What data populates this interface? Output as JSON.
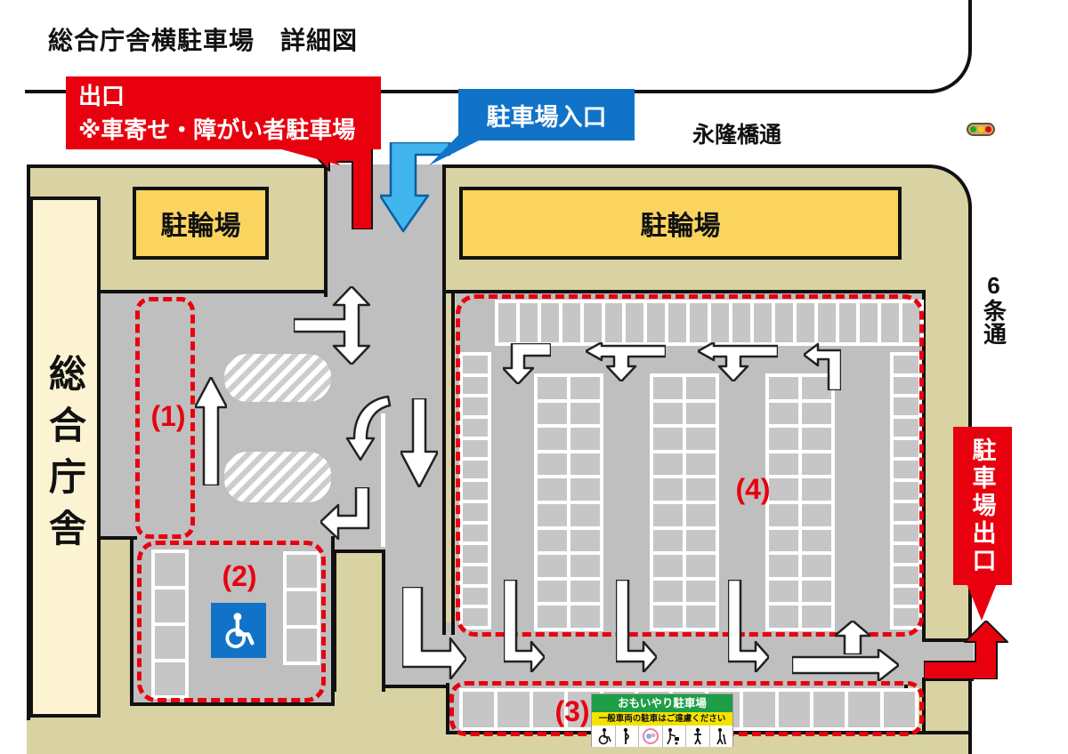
{
  "title": "総合庁舎横駐車場　詳細図",
  "roads": {
    "top": "永隆橋通",
    "right": "6条通"
  },
  "building": {
    "label": "総合庁舎"
  },
  "bicycle": {
    "left": "駐輪場",
    "right": "駐輪場"
  },
  "callouts": {
    "exit_top": {
      "line1": "出口",
      "line2": "※車寄せ・障がい者駐車場"
    },
    "entrance": {
      "label": "駐車場入口"
    },
    "exit_right": {
      "label": "駐車場出口"
    }
  },
  "areas": {
    "a1": "(1)",
    "a2": "(2)",
    "a3": "(3)",
    "a4": "(4)"
  },
  "sign": {
    "title": "おもいやり駐車場",
    "subtitle": "一般車両の駐車はご遠慮ください",
    "icons": [
      "wheelchair",
      "pregnant",
      "maternity-mark",
      "parent-with-stroller",
      "adult",
      "person-with-cane"
    ]
  },
  "parking": {
    "stall_strips": [
      {
        "name": "area4-top-row",
        "cells": 20
      },
      {
        "name": "area4-left-column",
        "cells": 13
      },
      {
        "name": "area4-right-column",
        "cells": 13
      },
      {
        "name": "area4-island-1",
        "cells": 20
      },
      {
        "name": "area4-island-2",
        "cells": 20
      },
      {
        "name": "area4-island-3",
        "cells": 20
      },
      {
        "name": "area2-left-column",
        "cells": 4
      },
      {
        "name": "area2-right-column",
        "cells": 3
      },
      {
        "name": "area3-row",
        "cells": 13
      }
    ]
  },
  "colors": {
    "red": "#e8000f",
    "blue_label": "#1173c8",
    "light_blue_arrow": "#41b5ee",
    "beige": "#d9d2a2",
    "cream": "#fcf3d2",
    "yellow_box": "#fbd45f",
    "asphalt": "#bfbfbf",
    "stall": "#c6c6c6",
    "sign_green": "#1e9e46",
    "sign_yellow": "#f5e200",
    "signal_green": "#1fa81f",
    "signal_yellow": "#f0d000",
    "signal_red": "#e8000f"
  }
}
